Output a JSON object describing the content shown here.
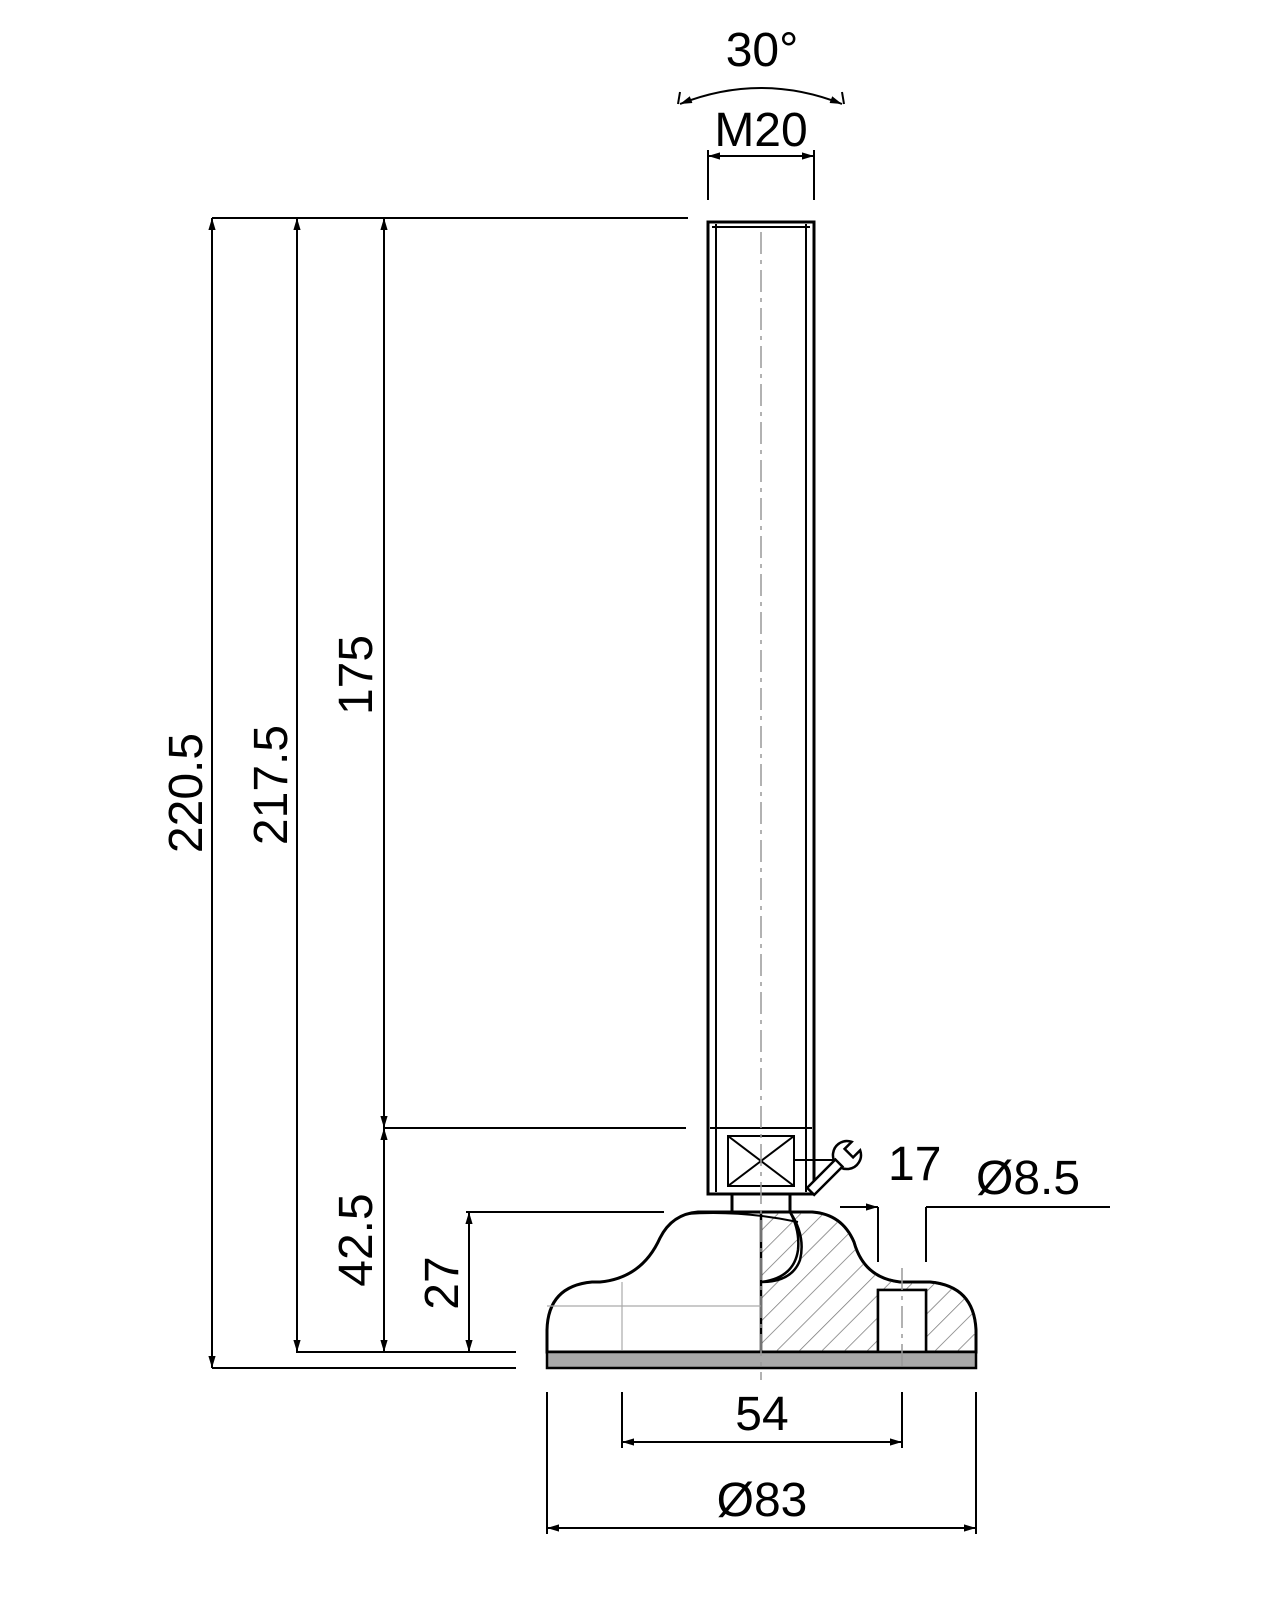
{
  "drawing": {
    "dimensions": {
      "angle": "30°",
      "thread": "M20",
      "total_height": "220.5",
      "height_217": "217.5",
      "spindle_length": "175",
      "base_height": "42.5",
      "pad_height": "27",
      "wrench_size": "17",
      "hole_diameter": "Ø8.5",
      "hole_spacing": "54",
      "base_diameter": "Ø83"
    }
  }
}
